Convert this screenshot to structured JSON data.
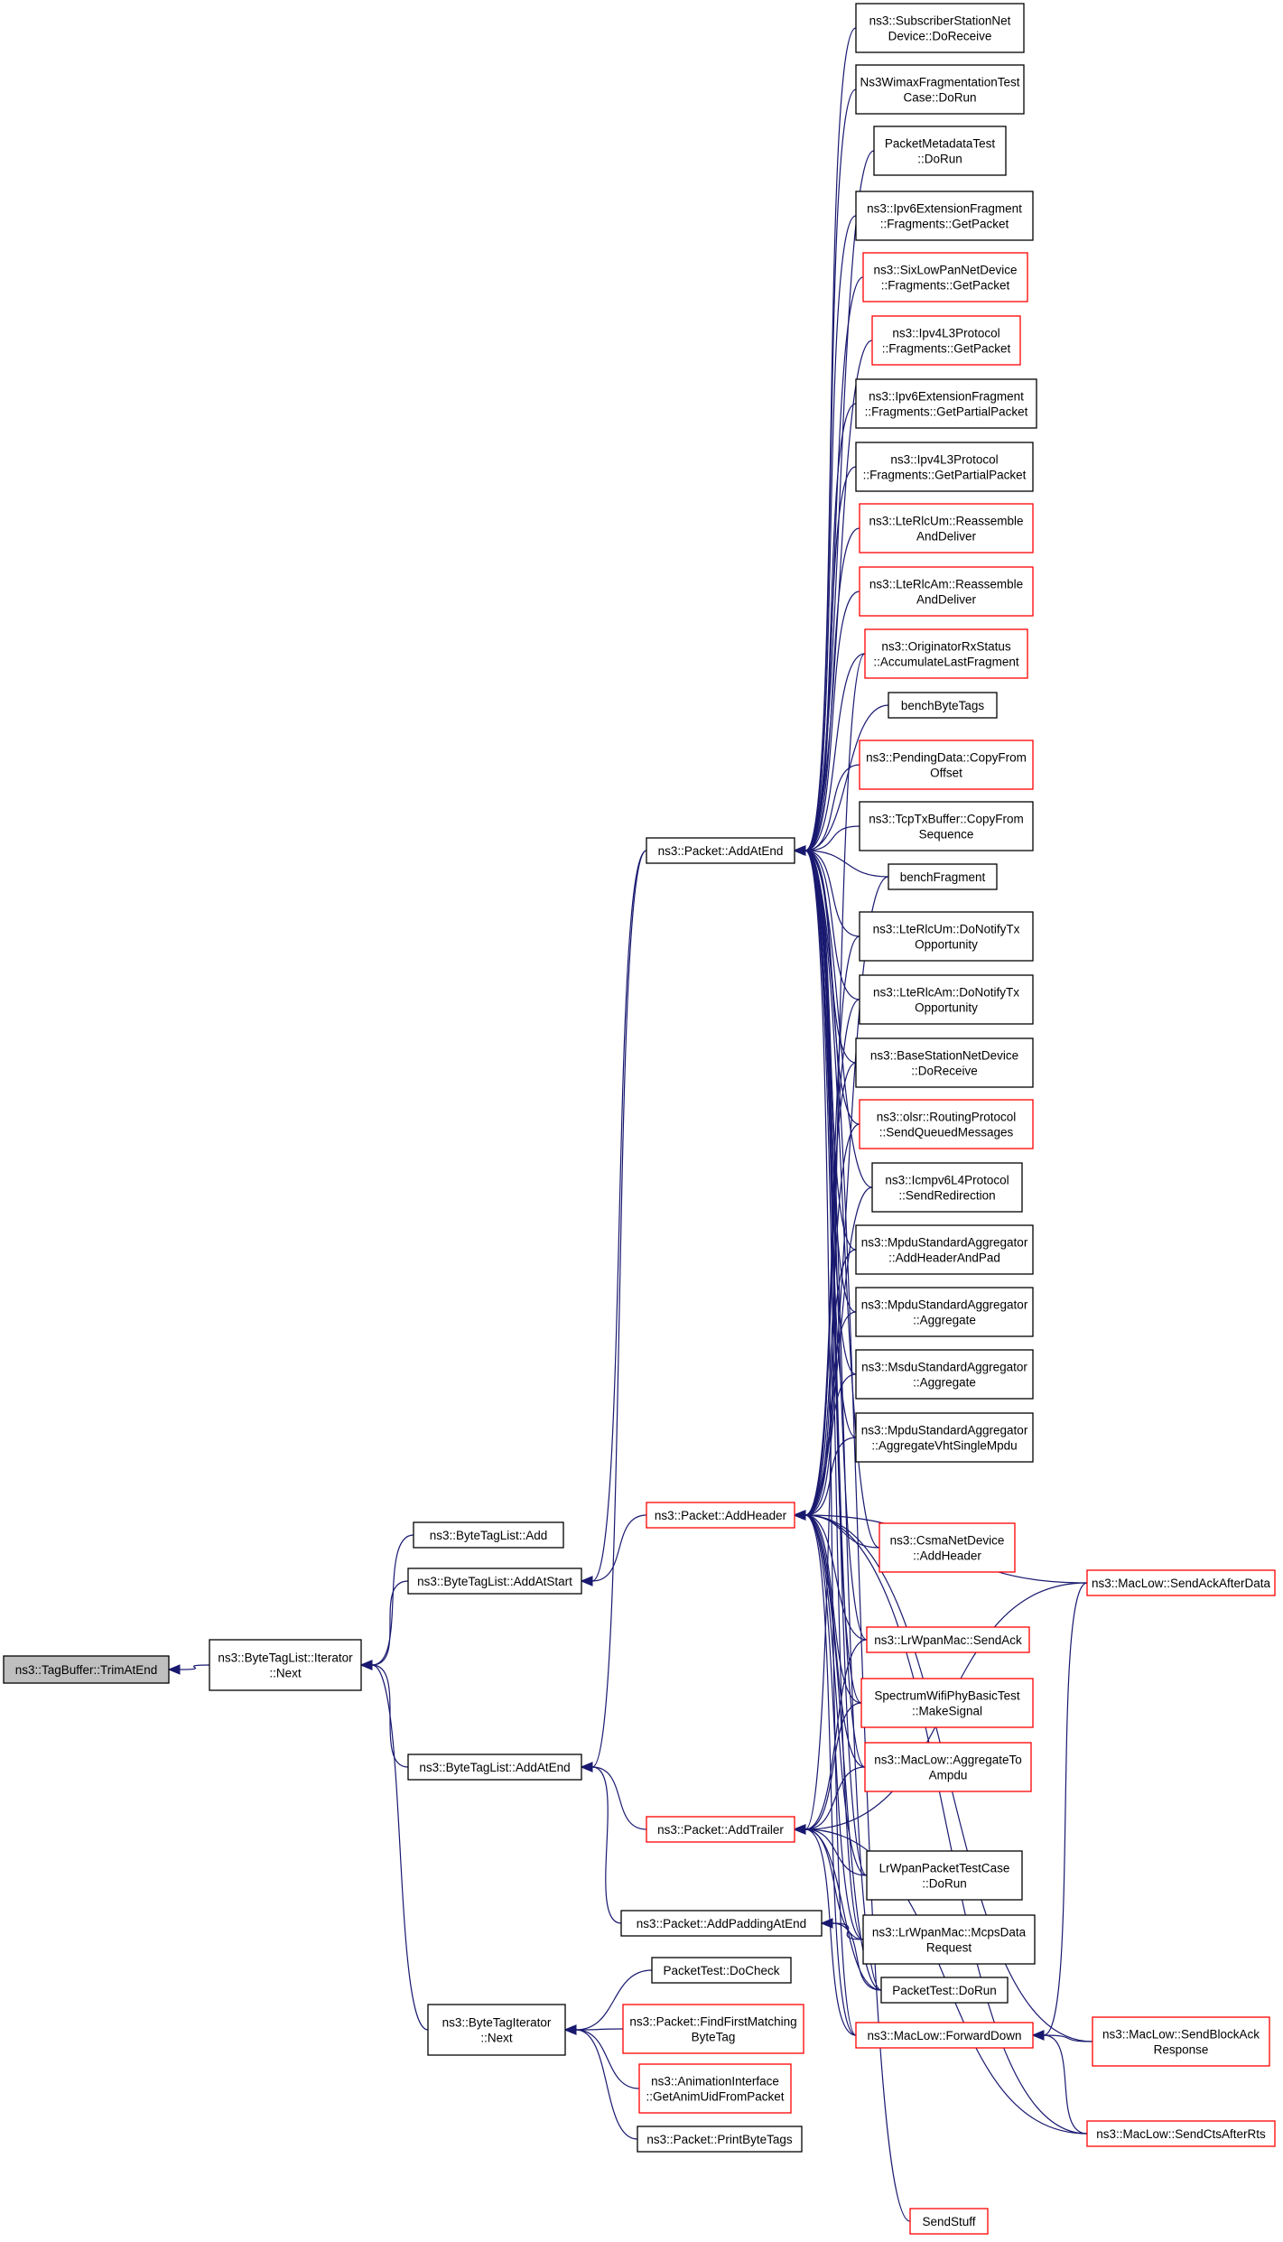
{
  "colors": {
    "edge": "#191970",
    "node_black": "#000000",
    "node_red": "#ff0000",
    "node_root_fill": "#bfbfbf",
    "node_fill": "#ffffff"
  },
  "nodes": [
    {
      "id": "n0",
      "lines": [
        "ns3::TagBuffer::TrimAtEnd"
      ],
      "color": "root"
    },
    {
      "id": "n1",
      "lines": [
        "ns3::ByteTagList::Iterator",
        "::Next"
      ],
      "color": "black"
    },
    {
      "id": "n2",
      "lines": [
        "ns3::ByteTagList::Add"
      ],
      "color": "black"
    },
    {
      "id": "n3",
      "lines": [
        "ns3::ByteTagList::AddAtStart"
      ],
      "color": "black"
    },
    {
      "id": "n4",
      "lines": [
        "ns3::ByteTagList::AddAtEnd"
      ],
      "color": "black"
    },
    {
      "id": "n5",
      "lines": [
        "ns3::ByteTagIterator",
        "::Next"
      ],
      "color": "black"
    },
    {
      "id": "n6",
      "lines": [
        "ns3::Packet::AddAtEnd"
      ],
      "color": "black"
    },
    {
      "id": "n7",
      "lines": [
        "ns3::Packet::AddHeader"
      ],
      "color": "red"
    },
    {
      "id": "n8",
      "lines": [
        "ns3::Packet::AddTrailer"
      ],
      "color": "red"
    },
    {
      "id": "n9",
      "lines": [
        "ns3::Packet::AddPaddingAtEnd"
      ],
      "color": "black"
    },
    {
      "id": "n10",
      "lines": [
        "PacketTest::DoCheck"
      ],
      "color": "black"
    },
    {
      "id": "n11",
      "lines": [
        "ns3::Packet::FindFirstMatching",
        "ByteTag"
      ],
      "color": "red"
    },
    {
      "id": "n12",
      "lines": [
        "ns3::AnimationInterface",
        "::GetAnimUidFromPacket"
      ],
      "color": "red"
    },
    {
      "id": "n13",
      "lines": [
        "ns3::Packet::PrintByteTags"
      ],
      "color": "black"
    },
    {
      "id": "r0",
      "lines": [
        "ns3::SubscriberStationNet",
        "Device::DoReceive"
      ],
      "color": "black"
    },
    {
      "id": "r1",
      "lines": [
        "Ns3WimaxFragmentationTest",
        "Case::DoRun"
      ],
      "color": "black"
    },
    {
      "id": "r2",
      "lines": [
        "PacketMetadataTest",
        "::DoRun"
      ],
      "color": "black"
    },
    {
      "id": "r3",
      "lines": [
        "ns3::Ipv6ExtensionFragment",
        "::Fragments::GetPacket"
      ],
      "color": "black"
    },
    {
      "id": "r4",
      "lines": [
        "ns3::SixLowPanNetDevice",
        "::Fragments::GetPacket"
      ],
      "color": "red"
    },
    {
      "id": "r5",
      "lines": [
        "ns3::Ipv4L3Protocol",
        "::Fragments::GetPacket"
      ],
      "color": "red"
    },
    {
      "id": "r6",
      "lines": [
        "ns3::Ipv6ExtensionFragment",
        "::Fragments::GetPartialPacket"
      ],
      "color": "black"
    },
    {
      "id": "r7",
      "lines": [
        "ns3::Ipv4L3Protocol",
        "::Fragments::GetPartialPacket"
      ],
      "color": "black"
    },
    {
      "id": "r8",
      "lines": [
        "ns3::LteRlcUm::Reassemble",
        "AndDeliver"
      ],
      "color": "red"
    },
    {
      "id": "r9",
      "lines": [
        "ns3::LteRlcAm::Reassemble",
        "AndDeliver"
      ],
      "color": "red"
    },
    {
      "id": "r10",
      "lines": [
        "ns3::OriginatorRxStatus",
        "::AccumulateLastFragment"
      ],
      "color": "red"
    },
    {
      "id": "r11",
      "lines": [
        "benchByteTags"
      ],
      "color": "black"
    },
    {
      "id": "r12",
      "lines": [
        "ns3::PendingData::CopyFrom",
        "Offset"
      ],
      "color": "red"
    },
    {
      "id": "r13",
      "lines": [
        "ns3::TcpTxBuffer::CopyFrom",
        "Sequence"
      ],
      "color": "black"
    },
    {
      "id": "r14",
      "lines": [
        "benchFragment"
      ],
      "color": "black"
    },
    {
      "id": "r15",
      "lines": [
        "ns3::LteRlcUm::DoNotifyTx",
        "Opportunity"
      ],
      "color": "black"
    },
    {
      "id": "r16",
      "lines": [
        "ns3::LteRlcAm::DoNotifyTx",
        "Opportunity"
      ],
      "color": "black"
    },
    {
      "id": "r17",
      "lines": [
        "ns3::BaseStationNetDevice",
        "::DoReceive"
      ],
      "color": "black"
    },
    {
      "id": "r18",
      "lines": [
        "ns3::olsr::RoutingProtocol",
        "::SendQueuedMessages"
      ],
      "color": "red"
    },
    {
      "id": "r19",
      "lines": [
        "ns3::Icmpv6L4Protocol",
        "::SendRedirection"
      ],
      "color": "black"
    },
    {
      "id": "r20",
      "lines": [
        "ns3::MpduStandardAggregator",
        "::AddHeaderAndPad"
      ],
      "color": "black"
    },
    {
      "id": "r21",
      "lines": [
        "ns3::MpduStandardAggregator",
        "::Aggregate"
      ],
      "color": "black"
    },
    {
      "id": "r22",
      "lines": [
        "ns3::MsduStandardAggregator",
        "::Aggregate"
      ],
      "color": "black"
    },
    {
      "id": "r23",
      "lines": [
        "ns3::MpduStandardAggregator",
        "::AggregateVhtSingleMpdu"
      ],
      "color": "black"
    },
    {
      "id": "r24",
      "lines": [
        "ns3::CsmaNetDevice",
        "::AddHeader"
      ],
      "color": "red"
    },
    {
      "id": "r25",
      "lines": [
        "ns3::LrWpanMac::SendAck"
      ],
      "color": "red"
    },
    {
      "id": "r26",
      "lines": [
        "SpectrumWifiPhyBasicTest",
        "::MakeSignal"
      ],
      "color": "red"
    },
    {
      "id": "r27",
      "lines": [
        "ns3::MacLow::AggregateTo",
        "Ampdu"
      ],
      "color": "red"
    },
    {
      "id": "r28",
      "lines": [
        "LrWpanPacketTestCase",
        "::DoRun"
      ],
      "color": "black"
    },
    {
      "id": "r29",
      "lines": [
        "ns3::LrWpanMac::McpsData",
        "Request"
      ],
      "color": "black"
    },
    {
      "id": "r30",
      "lines": [
        "PacketTest::DoRun"
      ],
      "color": "black"
    },
    {
      "id": "r31",
      "lines": [
        "ns3::MacLow::ForwardDown"
      ],
      "color": "red"
    },
    {
      "id": "r32",
      "lines": [
        "SendStuff"
      ],
      "color": "red"
    },
    {
      "id": "f0",
      "lines": [
        "ns3::MacLow::SendAckAfterData"
      ],
      "color": "red"
    },
    {
      "id": "f1",
      "lines": [
        "ns3::MacLow::SendBlockAck",
        "Response"
      ],
      "color": "red"
    },
    {
      "id": "f2",
      "lines": [
        "ns3::MacLow::SendCtsAfterRts"
      ],
      "color": "red"
    }
  ],
  "edges": [
    [
      "n1",
      "n0"
    ],
    [
      "n2",
      "n1"
    ],
    [
      "n3",
      "n1"
    ],
    [
      "n4",
      "n1"
    ],
    [
      "n5",
      "n1"
    ],
    [
      "n6",
      "n3"
    ],
    [
      "n7",
      "n3"
    ],
    [
      "n6",
      "n4"
    ],
    [
      "n8",
      "n4"
    ],
    [
      "n9",
      "n4"
    ],
    [
      "n10",
      "n5"
    ],
    [
      "n11",
      "n5"
    ],
    [
      "n12",
      "n5"
    ],
    [
      "n13",
      "n5"
    ],
    [
      "r0",
      "n6"
    ],
    [
      "r1",
      "n6"
    ],
    [
      "r2",
      "n6"
    ],
    [
      "r3",
      "n6"
    ],
    [
      "r4",
      "n6"
    ],
    [
      "r5",
      "n6"
    ],
    [
      "r6",
      "n6"
    ],
    [
      "r7",
      "n6"
    ],
    [
      "r8",
      "n6"
    ],
    [
      "r9",
      "n6"
    ],
    [
      "r10",
      "n6"
    ],
    [
      "r11",
      "n6"
    ],
    [
      "r12",
      "n6"
    ],
    [
      "r13",
      "n6"
    ],
    [
      "r14",
      "n6"
    ],
    [
      "r15",
      "n6"
    ],
    [
      "r16",
      "n6"
    ],
    [
      "r17",
      "n6"
    ],
    [
      "r18",
      "n6"
    ],
    [
      "r19",
      "n6"
    ],
    [
      "r20",
      "n6"
    ],
    [
      "r21",
      "n6"
    ],
    [
      "r22",
      "n6"
    ],
    [
      "r23",
      "n6"
    ],
    [
      "r24",
      "n6"
    ],
    [
      "r25",
      "n6"
    ],
    [
      "r26",
      "n6"
    ],
    [
      "r27",
      "n6"
    ],
    [
      "r28",
      "n6"
    ],
    [
      "r29",
      "n6"
    ],
    [
      "r30",
      "n6"
    ],
    [
      "r31",
      "n6"
    ],
    [
      "r32",
      "n6"
    ],
    [
      "r14",
      "n7"
    ],
    [
      "r15",
      "n7"
    ],
    [
      "r16",
      "n7"
    ],
    [
      "r17",
      "n7"
    ],
    [
      "r18",
      "n7"
    ],
    [
      "r19",
      "n7"
    ],
    [
      "r20",
      "n7"
    ],
    [
      "r21",
      "n7"
    ],
    [
      "r22",
      "n7"
    ],
    [
      "r23",
      "n7"
    ],
    [
      "r24",
      "n7"
    ],
    [
      "r25",
      "n7"
    ],
    [
      "r26",
      "n7"
    ],
    [
      "r27",
      "n7"
    ],
    [
      "r28",
      "n7"
    ],
    [
      "r29",
      "n7"
    ],
    [
      "r30",
      "n7"
    ],
    [
      "r31",
      "n7"
    ],
    [
      "f0",
      "n7"
    ],
    [
      "f1",
      "n7"
    ],
    [
      "f2",
      "n7"
    ],
    [
      "r10",
      "n8"
    ],
    [
      "r25",
      "n8"
    ],
    [
      "r26",
      "n8"
    ],
    [
      "r27",
      "n8"
    ],
    [
      "r28",
      "n8"
    ],
    [
      "r29",
      "n8"
    ],
    [
      "r30",
      "n8"
    ],
    [
      "r31",
      "n8"
    ],
    [
      "f0",
      "n8"
    ],
    [
      "f2",
      "n8"
    ],
    [
      "r29",
      "n9"
    ],
    [
      "r30",
      "n9"
    ],
    [
      "f0",
      "r31"
    ],
    [
      "f1",
      "r31"
    ],
    [
      "f2",
      "r31"
    ]
  ]
}
